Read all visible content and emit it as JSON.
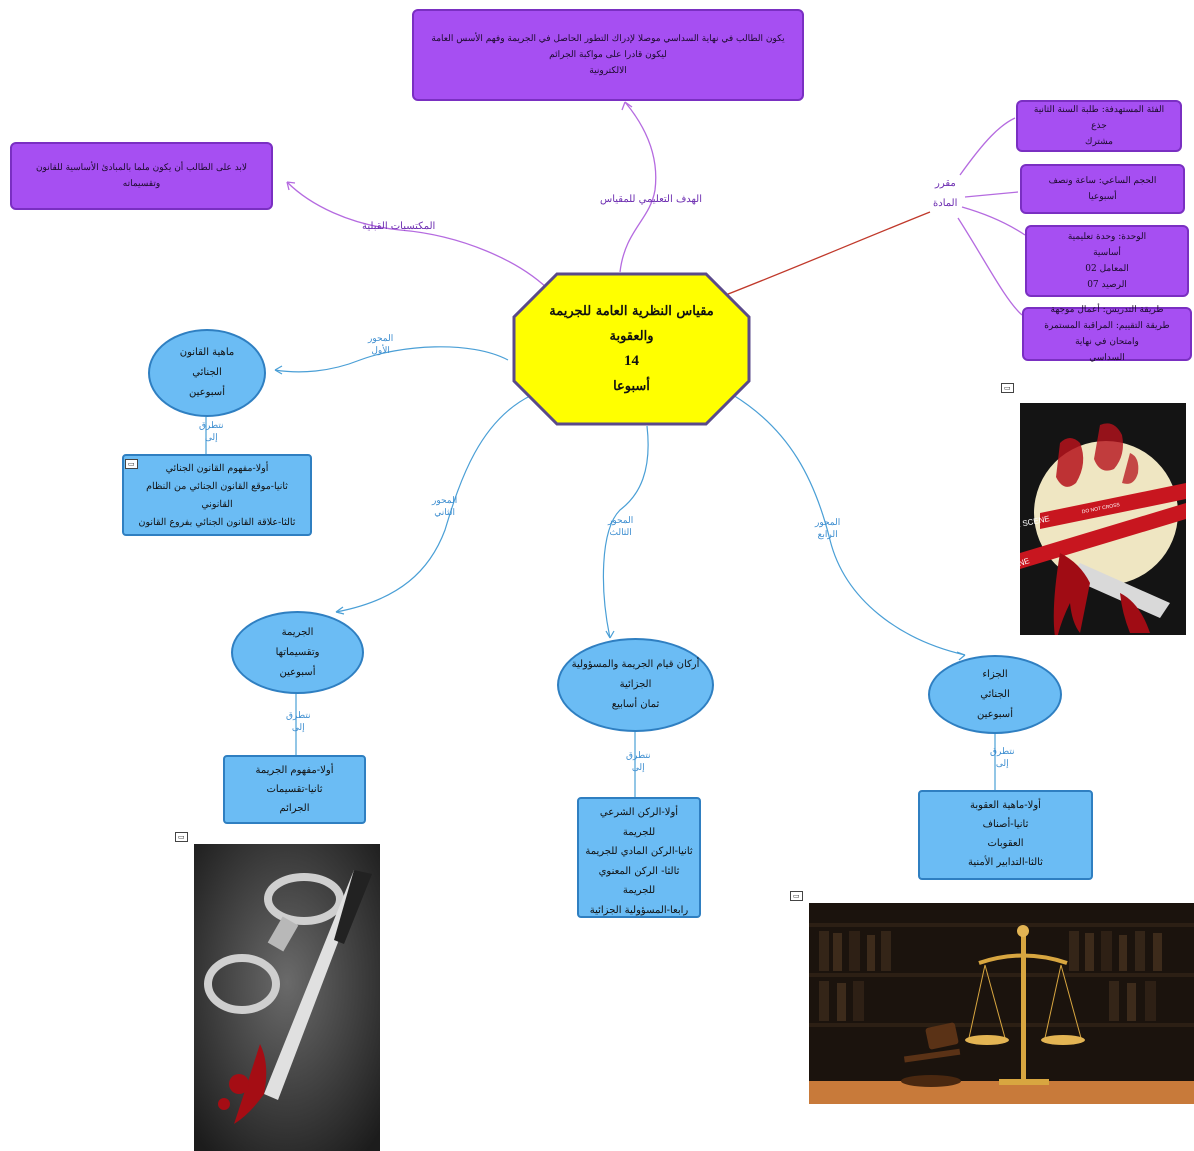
{
  "center": {
    "line1": "مقياس النظرية العامة للجريمة",
    "line2": "والعقوبة",
    "line3": "14",
    "line4": "أسبوعا",
    "fill": "#ffff00",
    "border": "#5a4a8a"
  },
  "goal": {
    "label": "الهدف التعليمي للمقياس",
    "text1": "يكون الطالب في نهاية السداسي موصلا لإدراك التطور الحاصل في الجريمة وفهم الأسس العامة ليكون قادرا على مواكبة الجرائم",
    "text2": "الالكترونية"
  },
  "prereq": {
    "label": "المكتسبات القبلية",
    "text1": "لابد على الطالب أن يكون ملما بالمبادئ الأساسية للقانون",
    "text2": "وتقسيماته"
  },
  "course": {
    "label1": "مقرر",
    "label2": "المادة",
    "boxes": [
      {
        "lines": [
          "الفئة المستهدفة: طلبة السنة الثانية جذع",
          "مشترك"
        ]
      },
      {
        "lines": [
          "الحجم الساعي: ساعة ونصف",
          "أسبوعيا"
        ]
      },
      {
        "lines": [
          "الوحدة: وحدة تعليمية",
          "أساسية",
          "المعامل 02",
          "الرصيد 07"
        ]
      },
      {
        "lines": [
          "طريقة التدريس: أعمال موجهة",
          "طريقة التقييم: المراقبة المستمرة وامتحان في نهاية",
          "السداسي"
        ]
      }
    ]
  },
  "axis1": {
    "label1": "المحور",
    "label2": "الأول",
    "oval": [
      "ماهية القانون",
      "الجنائي",
      "أسبوعين"
    ],
    "link1": "نتطرق",
    "link2": "إلى",
    "tag": "▭",
    "box": [
      "أولا-مفهوم القانون الجنائي",
      "ثانيا-موقع القانون الجنائي من النظام",
      "القانوني",
      "ثالثا-علاقة القانون الجنائي بفروع القانون"
    ]
  },
  "axis2": {
    "label1": "المحور",
    "label2": "الثاني",
    "oval": [
      "الجريمة",
      "وتقسيماتها",
      "أسبوعين"
    ],
    "link1": "نتطرق",
    "link2": "إلى",
    "box": [
      "أولا-مفهوم الجريمة",
      "ثانيا-تقسيمات",
      "الجرائم"
    ]
  },
  "axis3": {
    "label1": "المحور",
    "label2": "الثالث",
    "oval": [
      "أركان قيام الجريمة والمسؤولية",
      "الجزائية",
      "ثمان أسابيع"
    ],
    "link1": "نتطرق",
    "link2": "إلى",
    "box": [
      "أولا-الركن الشرعي",
      "للجريمة",
      "ثانيا-الركن المادي للجريمة",
      "ثالثا- الركن المعنوي",
      "للجريمة",
      "رابعا-المسؤولية الجزائية"
    ]
  },
  "axis4": {
    "label1": "المحور",
    "label2": "الرابع",
    "oval": [
      "الجزاء",
      "الجنائي",
      "أسبوعين"
    ],
    "link1": "نتطرق",
    "link2": "إلى",
    "box": [
      "أولا-ماهية العقوبة",
      "ثانيا-أصناف",
      "العقوبات",
      "ثالثا-التدابير الأمنية"
    ]
  },
  "images": {
    "crime_scene_tag": "▭",
    "knife_tag": "▭",
    "justice_tag": "▭",
    "tape_text1": "CRIME SCENE",
    "tape_text2": "DO NOT CROSS",
    "tape_text3": "CRIME SCENE"
  },
  "colors": {
    "purple": "#a64ff2",
    "purple_line": "#b56be0",
    "blue": "#6bbcf4",
    "blue_line": "#4a9fd6",
    "red_line": "#c0392b"
  }
}
